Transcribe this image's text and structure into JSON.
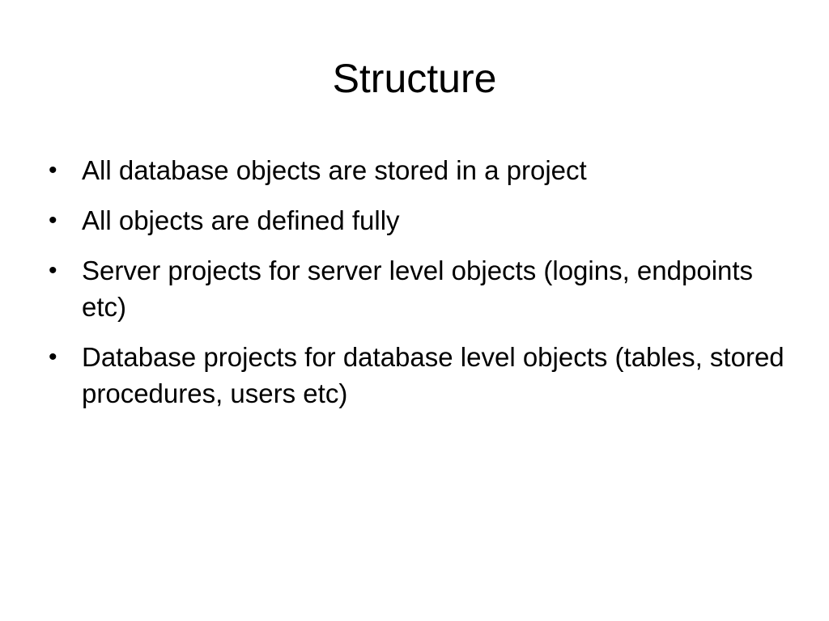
{
  "slide": {
    "title": "Structure",
    "bullet_symbol": "•",
    "bullets": [
      "All database objects are stored in a project",
      "All objects are defined fully",
      "Server projects for server level objects (logins, endpoints etc)",
      "Database projects for database level objects (tables, stored procedures, users etc)"
    ]
  }
}
